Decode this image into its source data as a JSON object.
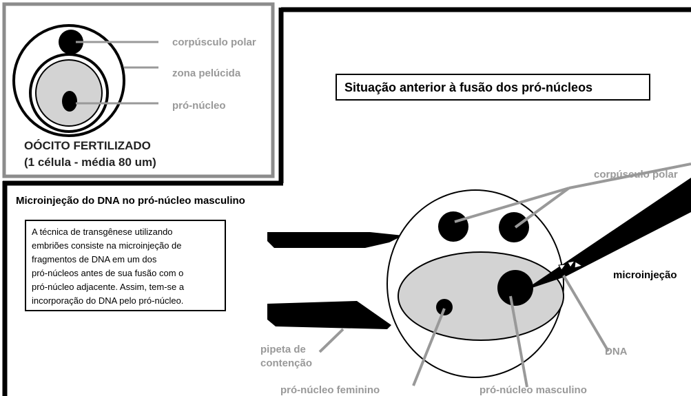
{
  "inset": {
    "labels": {
      "polar_body": "corpúsculo polar",
      "zona": "zona pelúcida",
      "pronucleus": "pró-núcleo"
    },
    "caption_line1": "OÓCITO FERTILIZADO",
    "caption_line2": "(1 célula - média 80 um)"
  },
  "main": {
    "title_box": "Situação anterior à fusão dos pró-núcleos",
    "section_heading": "Microinjeção do DNA no pró-núcleo masculino",
    "description_lines": [
      "A técnica de transgênese utilizando",
      "embriões consiste na microinjeção de",
      "fragmentos de DNA em um dos",
      "pró-núcleos antes de sua fusão com o",
      "pró-núcleo adjacente. Assim, tem-se a",
      "incorporação do DNA pelo pró-núcleo."
    ],
    "labels": {
      "polar_body": "corpúsculo polar",
      "microinjection": "microinjeção",
      "dna": "DNA",
      "holding_pipette_line1": "pipeta de",
      "holding_pipette_line2": "contenção",
      "female_pronucleus": "pró-núcleo feminino",
      "male_pronucleus": "pró-núcleo masculino"
    }
  },
  "colors": {
    "ink": "#000000",
    "leader": "#999999",
    "cytoplasm": "#d3d3d3",
    "frame_gray": "#8c8c8c"
  }
}
